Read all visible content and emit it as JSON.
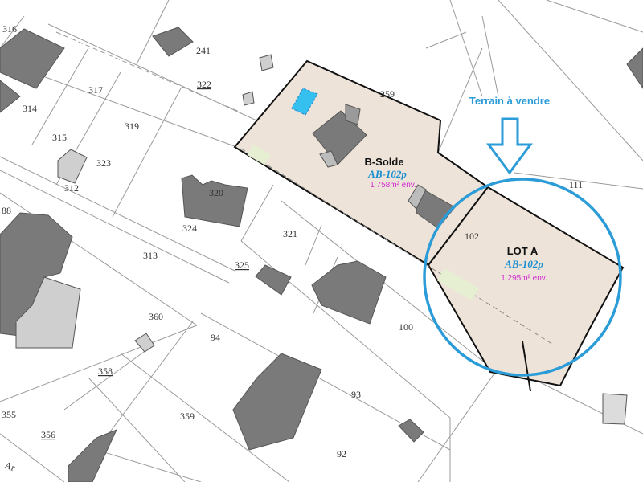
{
  "colors": {
    "accent": "#2b9cd8",
    "parcel_fill": "#ede3d8",
    "building": "#7a7a7a",
    "pool": "#35c0f0",
    "area_text": "#d22ad2",
    "ref_text": "#1a8fd0"
  },
  "callout": {
    "text": "Terrain à vendre",
    "arrow_icon": "down-arrow-icon",
    "highlight_icon": "circle-highlight-icon"
  },
  "lots": {
    "b_solde": {
      "title": "B-Solde",
      "ref": "AB-102p",
      "area": "1 758m² env."
    },
    "lot_a": {
      "title": "LOT A",
      "ref": "AB-102p",
      "area": "1 295m² env."
    }
  },
  "parcel_numbers": {
    "p316": "316",
    "p241": "241",
    "p317": "317",
    "p322": "322",
    "p314": "314",
    "p259": "259",
    "p319": "319",
    "p315": "315",
    "p323": "323",
    "p312": "312",
    "p320": "320",
    "p111": "111",
    "p88": "88",
    "p324": "324",
    "p321": "321",
    "p102": "102",
    "p313": "313",
    "p325": "325",
    "p360": "360",
    "p100": "100",
    "p94": "94",
    "p358": "358",
    "p93": "93",
    "p355": "355",
    "p359": "359",
    "p356": "356",
    "p92": "92"
  },
  "road_label": "Ar"
}
